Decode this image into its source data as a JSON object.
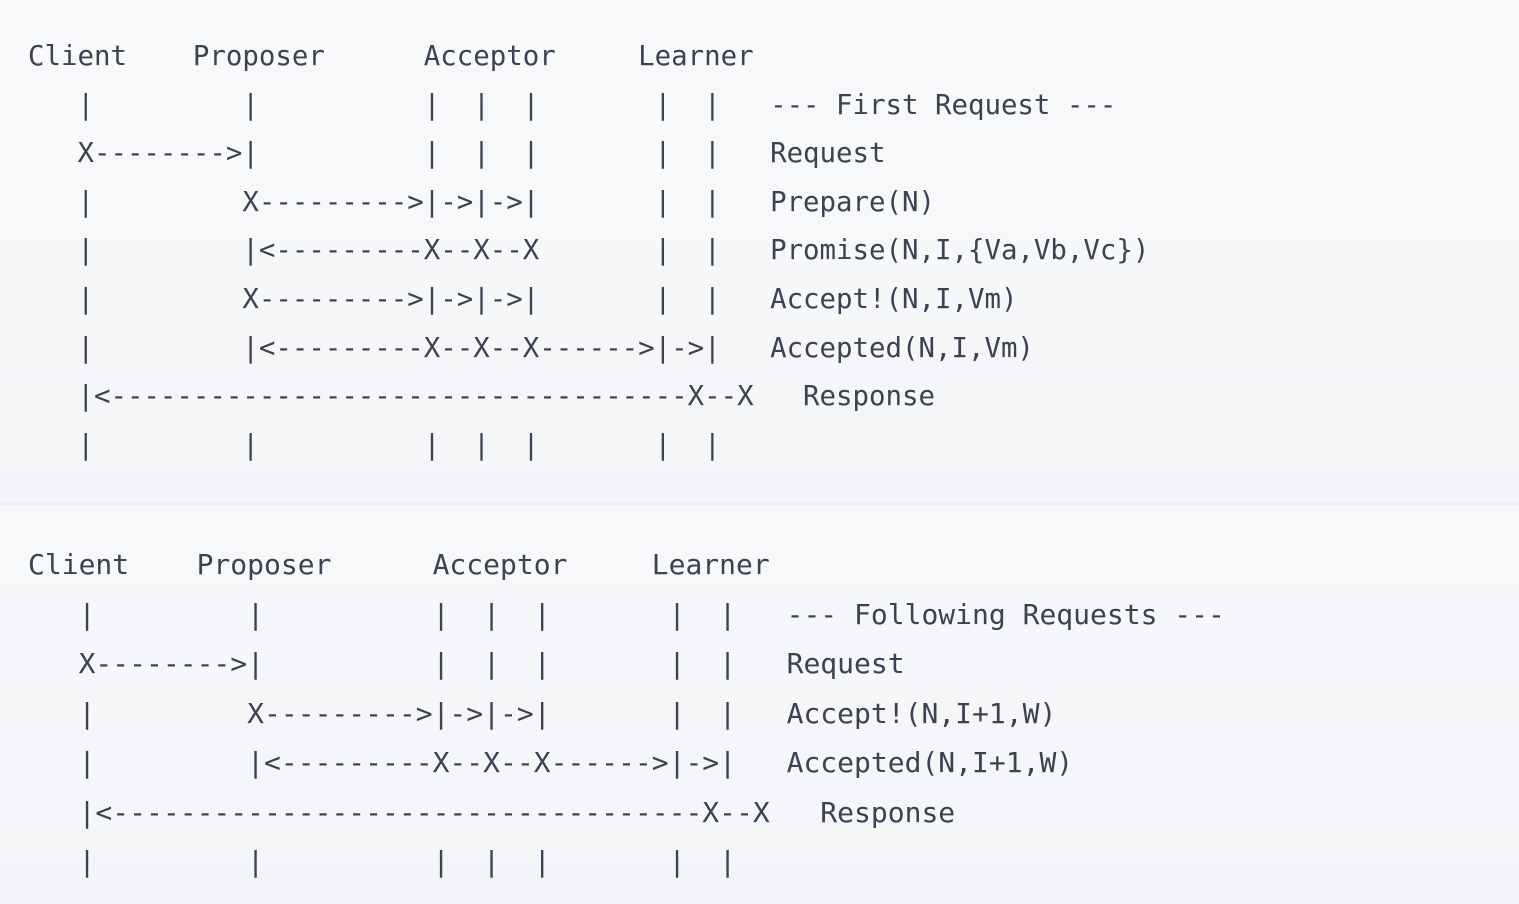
{
  "title": "Paxos Protocol Message Flow (ASCII sequence diagram)",
  "colors": {
    "background": "#f7f8fa",
    "text": "#3b4252",
    "divider": "#eceef1"
  },
  "roles": [
    "Client",
    "Proposer",
    "Acceptor",
    "Learner"
  ],
  "panels": [
    {
      "id": "first-request",
      "caption": "--- First Request ---",
      "header_line": "Client    Proposer      Acceptor     Learner",
      "messages": [
        "Request",
        "Prepare(N)",
        "Promise(N,I,{Va,Vb,Vc})",
        "Accept!(N,I,Vm)",
        "Accepted(N,I,Vm)",
        "Response"
      ],
      "lines": [
        "Client    Proposer      Acceptor     Learner",
        "   |         |          |  |  |       |  |   --- First Request ---",
        "   X-------->|          |  |  |       |  |   Request",
        "   |         X--------->|->|->|       |  |   Prepare(N)",
        "   |         |<---------X--X--X       |  |   Promise(N,I,{Va,Vb,Vc})",
        "   |         X--------->|->|->|       |  |   Accept!(N,I,Vm)",
        "   |         |<---------X--X--X------>|->|   Accepted(N,I,Vm)",
        "   |<-----------------------------------X--X   Response",
        "   |         |          |  |  |       |  |"
      ]
    },
    {
      "id": "following-requests",
      "caption": "--- Following Requests ---",
      "header_line": "Client    Proposer      Acceptor     Learner",
      "messages": [
        "Request",
        "Accept!(N,I+1,W)",
        "Accepted(N,I+1,W)",
        "Response"
      ],
      "lines": [
        "Client    Proposer      Acceptor     Learner",
        "   |         |          |  |  |       |  |   --- Following Requests ---",
        "   X-------->|          |  |  |       |  |   Request",
        "   |         X--------->|->|->|       |  |   Accept!(N,I+1,W)",
        "   |         |<---------X--X--X------>|->|   Accepted(N,I+1,W)",
        "   |<-----------------------------------X--X   Response",
        "   |         |          |  |  |       |  |"
      ]
    }
  ]
}
